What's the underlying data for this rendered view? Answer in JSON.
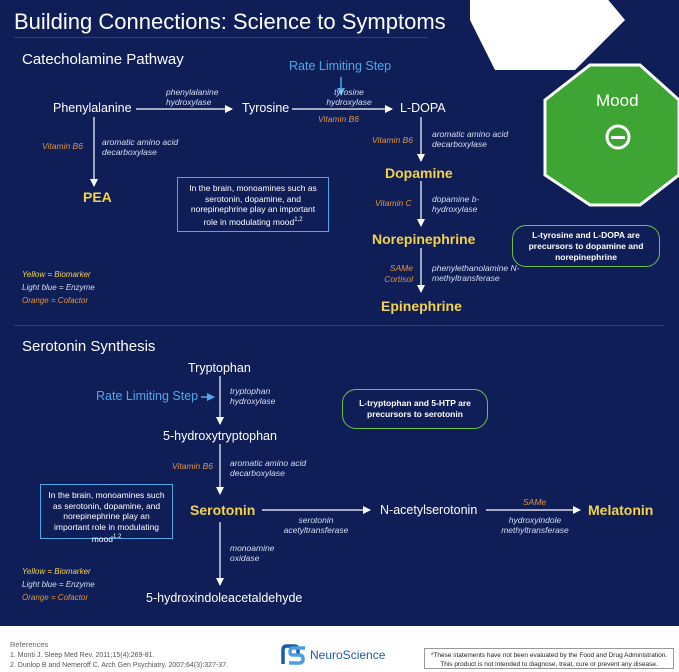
{
  "title": "Building Connections: Science to Symptoms",
  "mood": {
    "label": "Mood"
  },
  "catecholamine": {
    "heading": "Catecholamine Pathway",
    "rate_limiting": "Rate Limiting Step",
    "nodes": {
      "phenylalanine": "Phenylalanine",
      "tyrosine": "Tyrosine",
      "ldopa": "L-DOPA",
      "pea": "PEA",
      "dopamine": "Dopamine",
      "norepinephrine": "Norepinephrine",
      "epinephrine": "Epinephrine"
    },
    "enzymes": {
      "phenylalanine_hydroxylase": "phenylalanine hydroxylase",
      "tyrosine_hydroxylase": "tyrosine hydroxylase",
      "aadc_left": "aromatic amino acid decarboxylase",
      "aadc_right": "aromatic amino acid decarboxylase",
      "dbh": "dopamine b-hydroxylase",
      "pnmt": "phenylethanolamine N-methyltransferase"
    },
    "cofactors": {
      "b6_left": "Vitamin B6",
      "b6_tyrosine": "Vitamin B6",
      "b6_right": "Vitamin B6",
      "vitamin_c": "Vitamin C",
      "same_cortisol": "SAMe Cortisol"
    },
    "info_box": "In the brain, monoamines such as serotonin, dopamine, and norepinephrine play an important role in modulating mood",
    "info_sup": "1,2",
    "precursor_note": "L-tyrosine and L-DOPA are precursors to dopamine and norepinephrine"
  },
  "legend": {
    "yellow": "Yellow = Biomarker",
    "blue": "Light blue = Enzyme",
    "orange": "Orange = Cofactor"
  },
  "serotonin": {
    "heading": "Serotonin Synthesis",
    "rate_limiting": "Rate Limiting Step",
    "nodes": {
      "tryptophan": "Tryptophan",
      "htp": "5-hydroxytryptophan",
      "serotonin": "Serotonin",
      "nacetyl": "N-acetylserotonin",
      "melatonin": "Melatonin",
      "hiaa": "5-hydroxindoleacetaldehyde"
    },
    "enzymes": {
      "tph": "tryptophan hydroxylase",
      "aadc": "aromatic amino acid decarboxylase",
      "mao": "monoamine oxidase",
      "snat": "serotonin acetyltransferase",
      "hiomt": "hydroxyindole methyltransferase"
    },
    "cofactors": {
      "b6": "Vitamin B6",
      "same": "SAMe"
    },
    "info_box": "In the brain, monoamines such as serotonin, dopamine, and norepinephrine play an important role in modulating mood",
    "info_sup": "1,2",
    "precursor_note": "L-tryptophan and 5-HTP are precursors to serotonin"
  },
  "footer": {
    "references_heading": "References",
    "ref1": "1.    Monti J. Sleep Med Rev. 2011;15(4):269-81.",
    "ref2": "2.    Dunlop B and Nemeroff C. Arch Gen Psychiatry. 2007;64(3):327-37.",
    "brand": "NeuroScience",
    "disclaimer": "*These statements have not been evaluated by the Food and Drug Administration. This product is not intended to diagnose, treat, cure or prevent any disease."
  },
  "colors": {
    "background": "#0f1e57",
    "biomarker": "#f4d24a",
    "cofactor": "#e29440",
    "accent_blue": "#4fa8e6",
    "mood_green": "#3ea535"
  }
}
